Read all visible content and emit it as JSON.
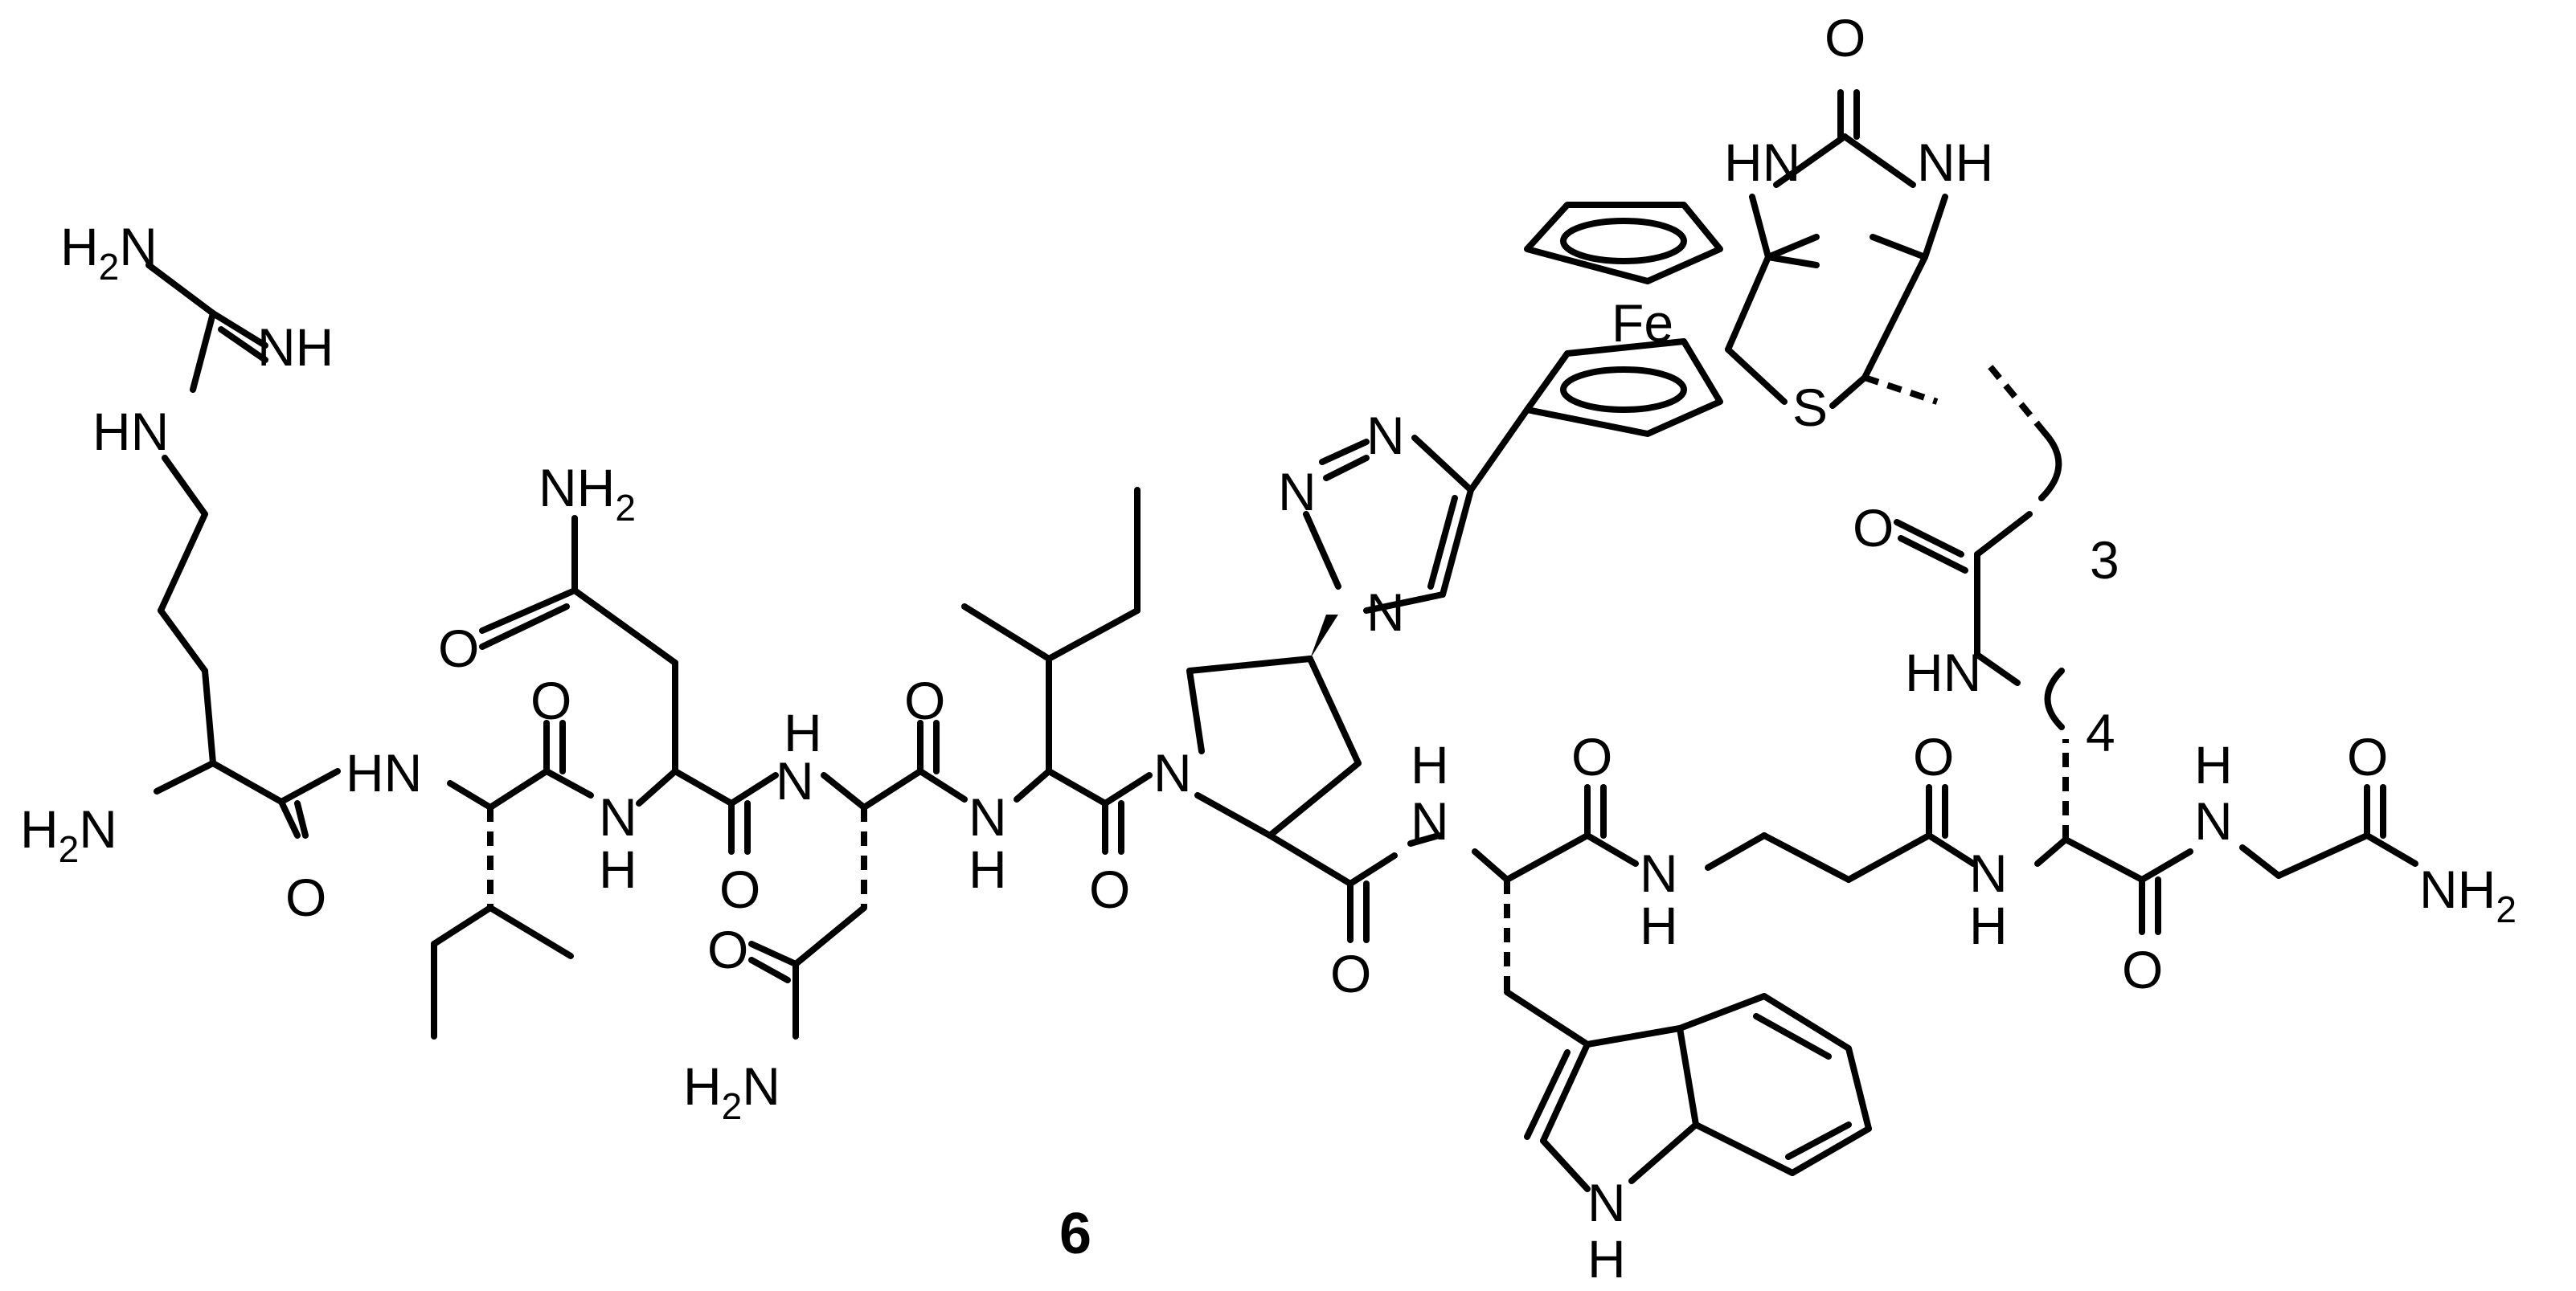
{
  "compound": {
    "label": "6"
  },
  "atoms": {
    "fe": "Fe",
    "s": "S",
    "o": "O",
    "n": "N",
    "h": "H",
    "hn": "HN",
    "nh": "NH",
    "nh2": "NH",
    "h2n": "H",
    "n_only": "N",
    "two": "2"
  },
  "counts": {
    "three": "3",
    "four": "4"
  }
}
